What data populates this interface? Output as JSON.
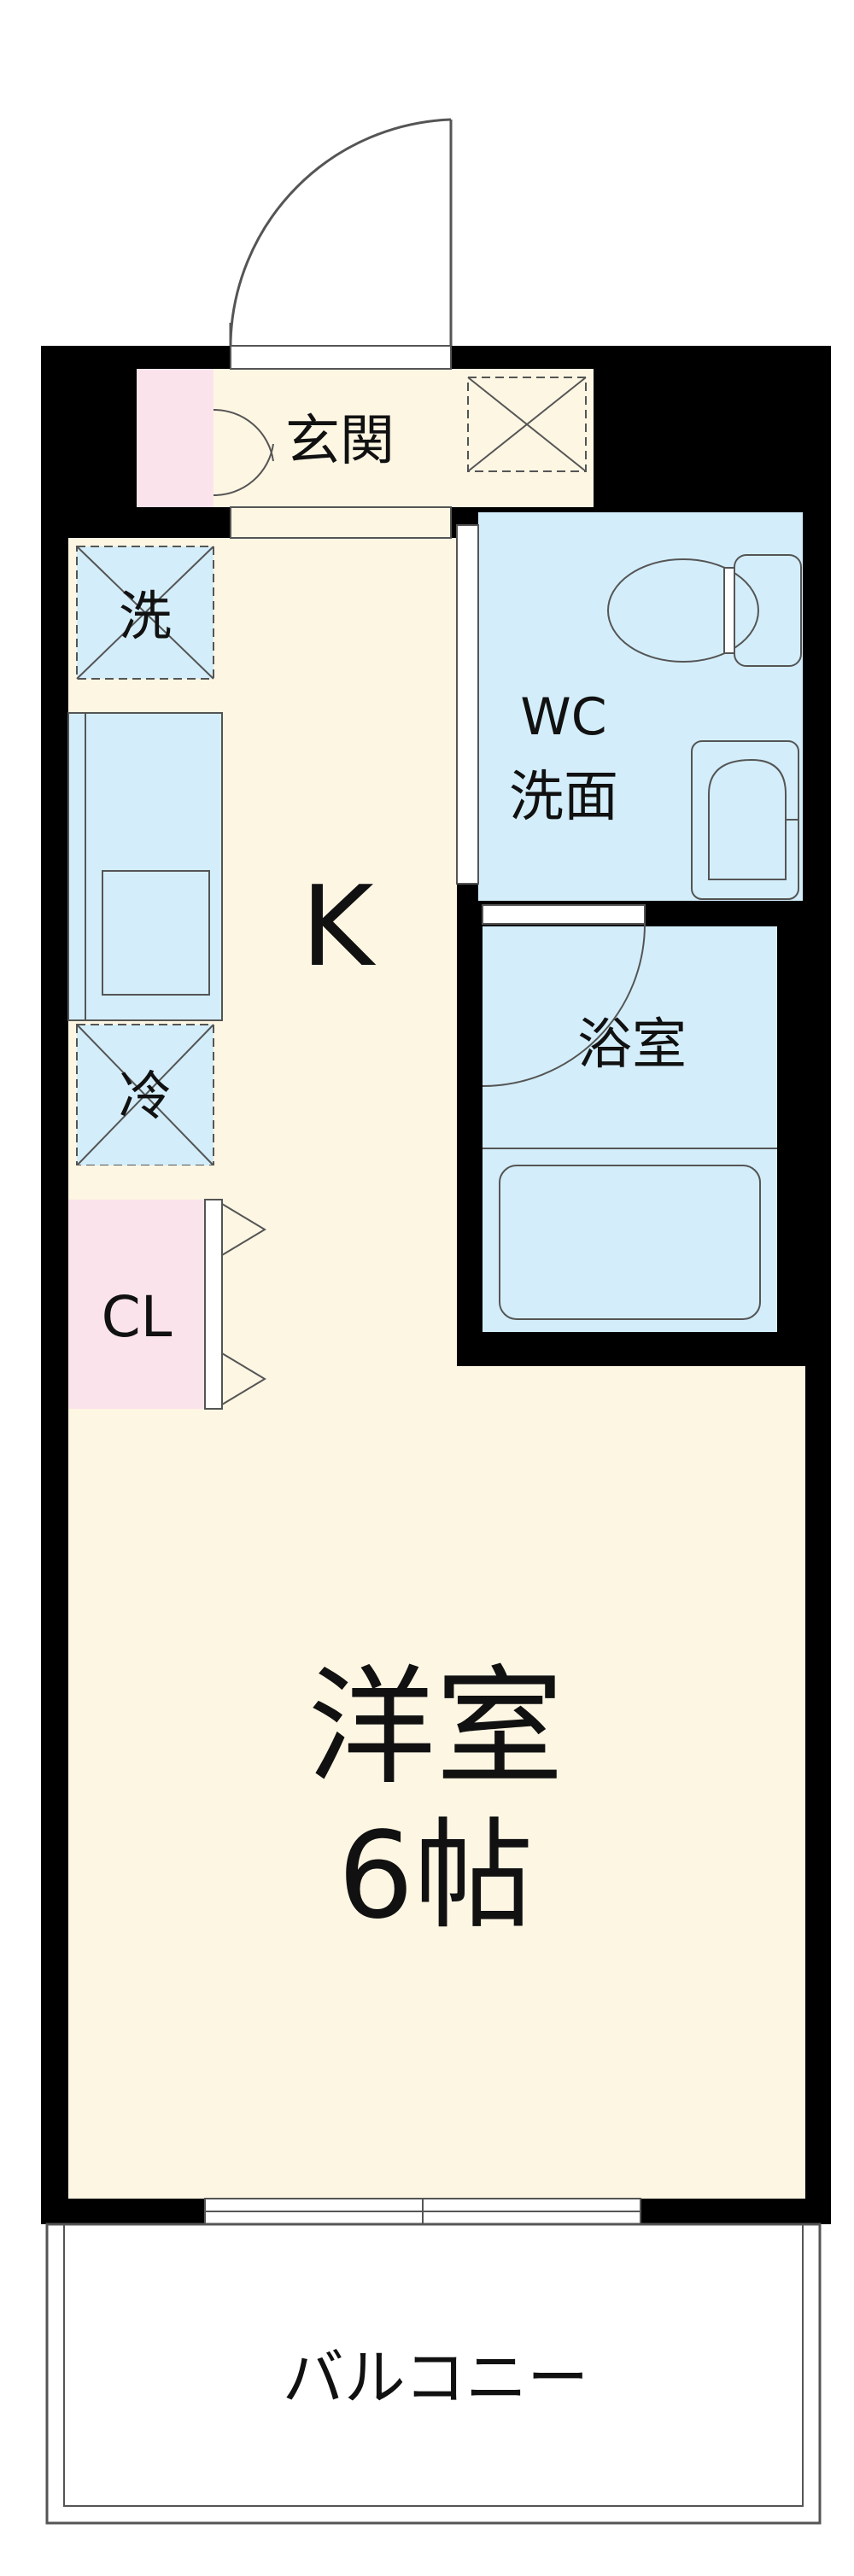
{
  "floorplan": {
    "rooms": {
      "entrance": "玄関",
      "washer": "洗",
      "wc_line1": "WC",
      "wc_line2": "洗面",
      "kitchen": "K",
      "bath": "浴室",
      "fridge": "冷",
      "closet": "CL",
      "main_room_line1": "洋室",
      "main_room_line2": "6帖",
      "balcony": "バルコニー"
    },
    "colors": {
      "wall": "#000000",
      "floor": "#fdf6e3",
      "wet_area": "#d3eefa",
      "storage": "#fbe3ec",
      "line": "#555555"
    }
  }
}
